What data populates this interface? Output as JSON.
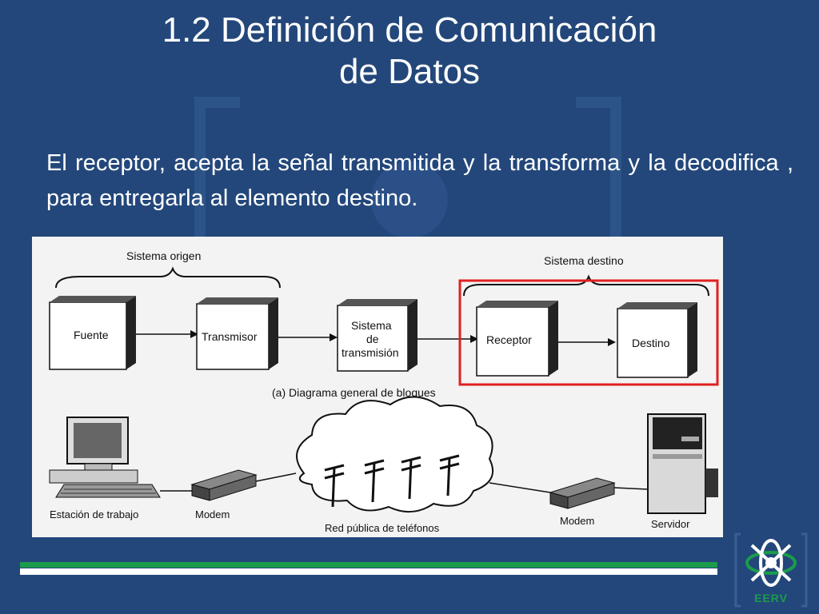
{
  "slide": {
    "title_line1": "1.2 Definición de Comunicación",
    "title_line2": "de Datos",
    "body": "El receptor, acepta la señal transmitida y la transforma y la decodifica , para entregarla al elemento destino."
  },
  "diagram_top": {
    "group_origin": "Sistema origen",
    "group_dest": "Sistema destino",
    "blocks": [
      "Fuente",
      "Transmisor",
      "Sistema",
      "de",
      "transmisión",
      "Receptor",
      "Destino"
    ],
    "caption": "(a) Diagrama general de bloques"
  },
  "diagram_bottom": {
    "workstation": "Estación de trabajo",
    "modem_left": "Modem",
    "network": "Red pública de teléfonos",
    "modem_right": "Modem",
    "server": "Servidor"
  },
  "logo": {
    "text": "EERV"
  },
  "colors": {
    "background": "#23477a",
    "highlight": "#e02020",
    "accent": "#1b9c4b"
  }
}
